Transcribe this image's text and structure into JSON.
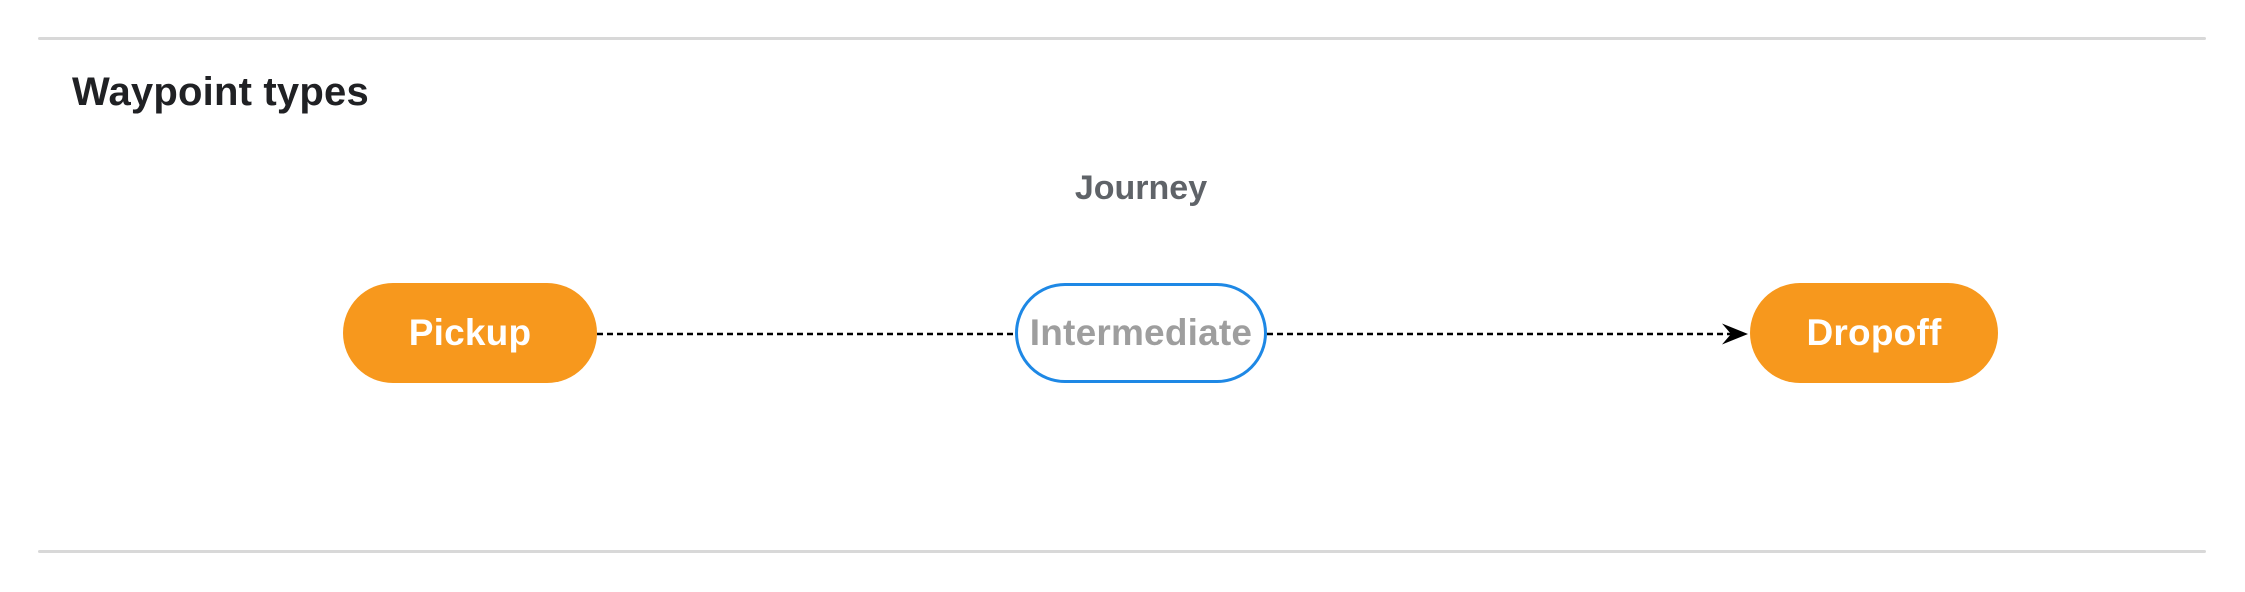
{
  "section": {
    "heading": "Waypoint types"
  },
  "diagram": {
    "edge_label": "Journey",
    "nodes": [
      {
        "label": "Pickup"
      },
      {
        "label": "Intermediate"
      },
      {
        "label": "Dropoff"
      }
    ]
  },
  "theme": {
    "background": "#FFFFFF",
    "heading_color": "#202124",
    "divider_color": "#D8D8D8",
    "node_fill_orange": "#F7981D",
    "node_border_blue": "#1E88E5",
    "node_text_white": "#FFFFFF",
    "intermediate_text_gray": "#9E9E9E",
    "edge_label_gray": "#5F6368",
    "edge_color": "#000000"
  }
}
